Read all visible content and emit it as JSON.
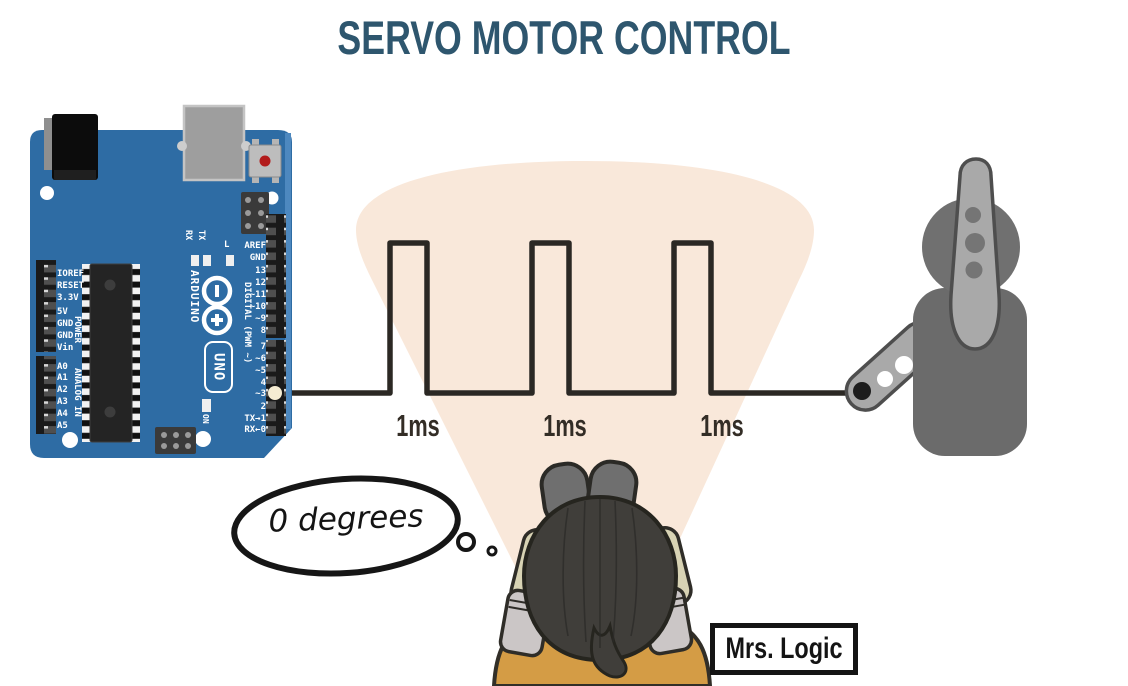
{
  "title": "SERVO MOTOR CONTROL",
  "signal": {
    "description_labels": [
      "1ms",
      "1ms",
      "1ms"
    ]
  },
  "thought_bubble": {
    "text": "0 degrees"
  },
  "character": {
    "name": "Mrs. Logic"
  },
  "arduino": {
    "brand": "ARDUINO",
    "model": "UNO",
    "power_led": "ON",
    "led_l": "L",
    "led_tx": "TX",
    "led_rx": "RX",
    "group_power": "POWER",
    "group_analog": "ANALOG IN",
    "group_digital": "DIGITAL (PWM ~)",
    "power_pins": [
      "IOREF",
      "RESET",
      "3.3V",
      "5V",
      "GND",
      "GND",
      "Vin"
    ],
    "analog_pins": [
      "A0",
      "A1",
      "A2",
      "A3",
      "A4",
      "A5"
    ],
    "digital_top": [
      "AREF",
      "GND",
      "13",
      "12",
      "~11",
      "~10",
      "~9",
      "8"
    ],
    "digital_bottom": [
      "7",
      "~6",
      "~5",
      "4",
      "~3",
      "2",
      "TX→1",
      "RX←0"
    ]
  },
  "colors": {
    "title": "#2e566e",
    "board_blue": "#2e6ca4",
    "cone_peach": "#f9e8da",
    "wire_dark": "#2b2824",
    "servo_gray": "#6b6b6b",
    "horn_gray": "#a9a9a9",
    "shawl_orange": "#d49c45",
    "sleeve_khaki": "#d8d3b4",
    "cuff_gray": "#cbc6c6",
    "hair_dark": "#403e3a"
  }
}
